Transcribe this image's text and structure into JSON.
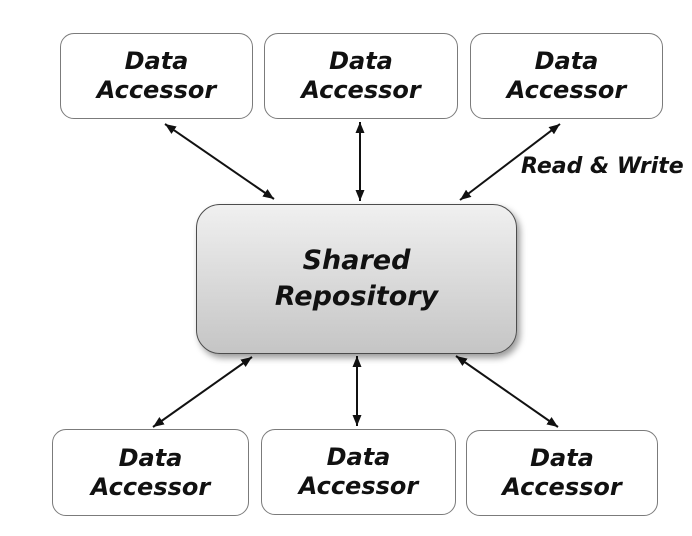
{
  "diagram": {
    "type": "shared-repository-architecture",
    "center_node": {
      "id": "shared-repository",
      "label": "Shared\nRepository"
    },
    "accessor_nodes": [
      {
        "id": "data-accessor-top-left",
        "label": "Data\nAccessor"
      },
      {
        "id": "data-accessor-top-center",
        "label": "Data\nAccessor"
      },
      {
        "id": "data-accessor-top-right",
        "label": "Data\nAccessor"
      },
      {
        "id": "data-accessor-bottom-left",
        "label": "Data\nAccessor"
      },
      {
        "id": "data-accessor-bottom-center",
        "label": "Data\nAccessor"
      },
      {
        "id": "data-accessor-bottom-right",
        "label": "Data\nAccessor"
      }
    ],
    "edges": [
      {
        "from": "data-accessor-top-left",
        "to": "shared-repository",
        "direction": "bidirectional"
      },
      {
        "from": "data-accessor-top-center",
        "to": "shared-repository",
        "direction": "bidirectional"
      },
      {
        "from": "data-accessor-top-right",
        "to": "shared-repository",
        "direction": "bidirectional",
        "label": "Read & Write"
      },
      {
        "from": "data-accessor-bottom-left",
        "to": "shared-repository",
        "direction": "bidirectional"
      },
      {
        "from": "data-accessor-bottom-center",
        "to": "shared-repository",
        "direction": "bidirectional"
      },
      {
        "from": "data-accessor-bottom-right",
        "to": "shared-repository",
        "direction": "bidirectional"
      }
    ],
    "edge_label": "Read & Write",
    "colors": {
      "canvas_bg": "#ffffff",
      "box_fill": "#ffffff",
      "box_border": "#7b7b7b",
      "repo_fill_top": "#f0f0f0",
      "repo_fill_bottom": "#c5c5c5",
      "repo_border": "#4c4c4c",
      "arrow_color": "#111111",
      "text_color": "#111111"
    }
  }
}
